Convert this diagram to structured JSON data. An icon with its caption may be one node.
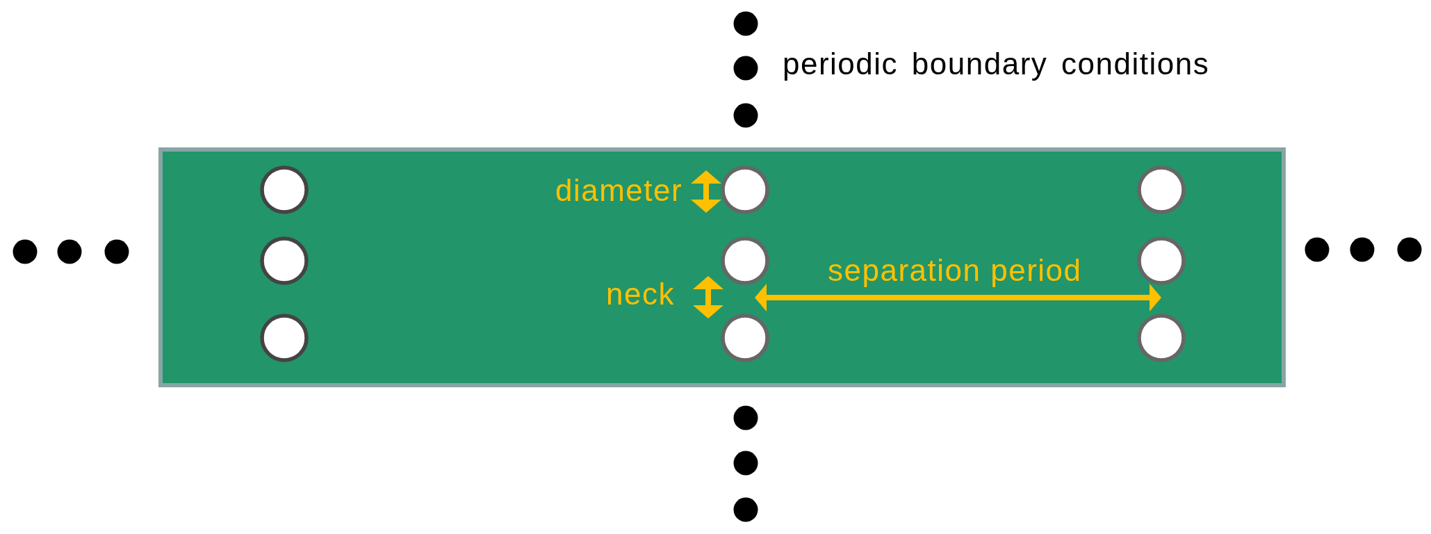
{
  "diagram": {
    "labels": [
      "periodic boundary conditions",
      "diameter",
      "neck",
      "separation period"
    ]
  }
}
